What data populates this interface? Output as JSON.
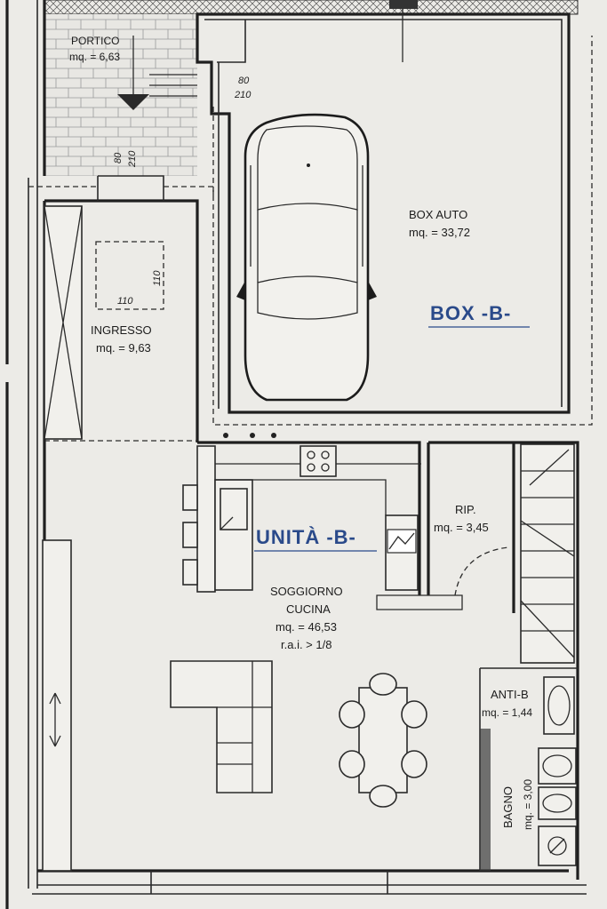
{
  "colors": {
    "tag": "#2a4a8a",
    "wall": "#1f1f1f",
    "paper": "#ecebe7"
  },
  "rooms": {
    "portico": {
      "name": "PORTICO",
      "area": "mq. = 6,63"
    },
    "box_auto": {
      "name": "BOX AUTO",
      "area": "mq. = 33,72"
    },
    "ingresso": {
      "name": "INGRESSO",
      "area": "mq. = 9,63"
    },
    "rip": {
      "name": "RIP.",
      "area": "mq. = 3,45"
    },
    "soggiorno": {
      "name1": "SOGGIORNO",
      "name2": "CUCINA",
      "area": "mq. = 46,53",
      "rai": "r.a.i. > 1/8"
    },
    "anti_b": {
      "name": "ANTI-B",
      "area": "mq. = 1,44"
    },
    "bagno": {
      "name": "BAGNO",
      "area": "mq. = 3,00"
    }
  },
  "tags": {
    "box": "BOX -B-",
    "unita": "UNITÀ -B-"
  },
  "dimensions": {
    "door_garage_w": "80",
    "door_garage_h": "210",
    "door_entry_w": "80",
    "door_entry_h": "210",
    "shower_w": "110",
    "shower_h": "110"
  },
  "icons": [
    "car-icon",
    "sofa-icon",
    "dining-table-icon",
    "cooktop-icon",
    "sink-icon",
    "toilet-icon",
    "bidet-icon",
    "washbasin-icon",
    "stair-icon",
    "boiler-icon"
  ]
}
